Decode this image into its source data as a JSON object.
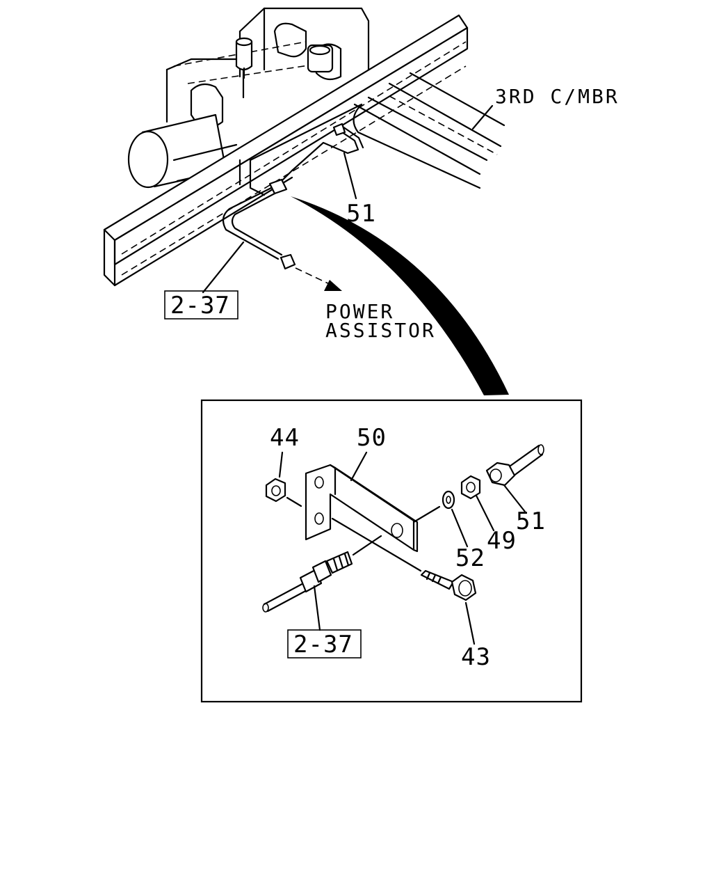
{
  "labels": {
    "frame_member": "3RD C/MBR",
    "power_assistor_line1": "POWER",
    "power_assistor_line2": "ASSISTOR",
    "ref_box_top": "2-37",
    "ref_box_detail": "2-37",
    "part_51_top": "51",
    "part_44": "44",
    "part_50": "50",
    "part_52": "52",
    "part_49": "49",
    "part_51_detail": "51",
    "part_43": "43"
  }
}
